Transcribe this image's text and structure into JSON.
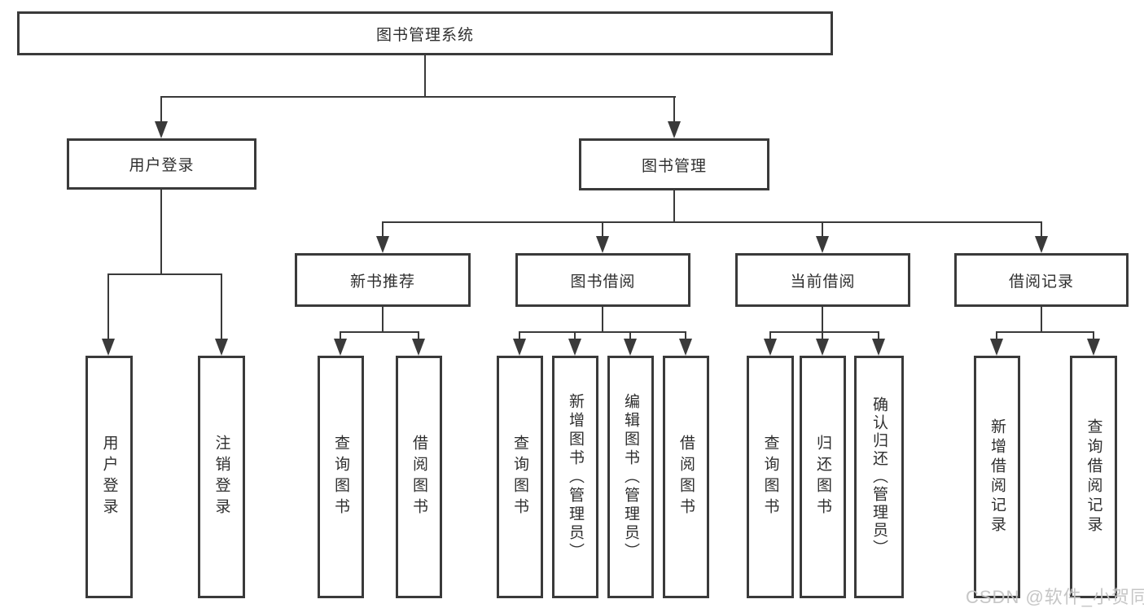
{
  "diagram_title": "图书管理系统",
  "nodes": {
    "root": "图书管理系统",
    "l2_user_login": "用户登录",
    "l2_book_mgmt": "图书管理",
    "l3_new_books": "新书推荐",
    "l3_book_borrow": "图书借阅",
    "l3_current_borrow": "当前借阅",
    "l3_borrow_records": "借阅记录",
    "leaf_user_login": "用户登录",
    "leaf_logout": "注销登录",
    "leaf_nb_query_books": "查询图书",
    "leaf_nb_borrow_books": "借阅图书",
    "leaf_bb_query_books": "查询图书",
    "leaf_bb_add_books": "新增图书（管理员）",
    "leaf_bb_edit_books": "编辑图书（管理员）",
    "leaf_bb_borrow_books": "借阅图书",
    "leaf_cb_query_books": "查询图书",
    "leaf_cb_return_books": "归还图书",
    "leaf_cb_confirm_return": "确认归还（管理员）",
    "leaf_br_add_record": "新增借阅记录",
    "leaf_br_query_record": "查询借阅记录"
  },
  "watermark": "CSDN @软件_小贺同学",
  "colors": {
    "line": "#3a3a3a",
    "text": "#2f2f2f",
    "background": "#ffffff",
    "watermark": "#c3c3c3"
  }
}
